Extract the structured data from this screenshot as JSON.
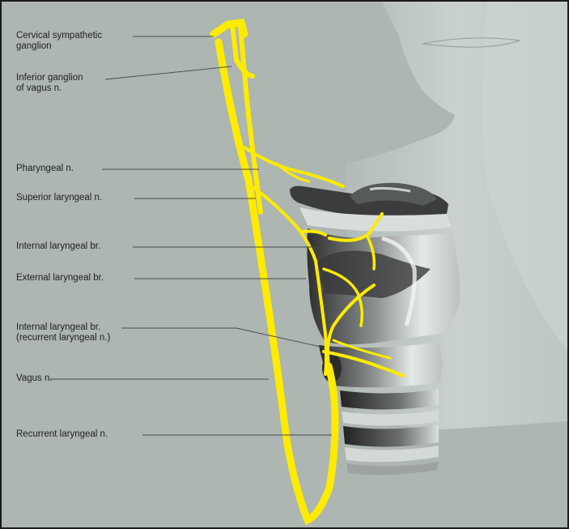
{
  "labels": {
    "cervical_sympathetic_ganglion": "Cervical sympathetic\nganglion",
    "inferior_ganglion_vagus": "Inferior ganglion\nof vagus n.",
    "pharyngeal": "Pharyngeal n.",
    "superior_laryngeal": "Superior laryngeal n.",
    "internal_laryngeal": "Internal laryngeal br.",
    "external_laryngeal": "External laryngeal br.",
    "internal_laryngeal_recurrent": "Internal laryngeal br.\n(recurrent laryngeal n.)",
    "vagus": "Vagus n.",
    "recurrent_laryngeal": "Recurrent laryngeal n."
  },
  "colors": {
    "background": "#adb6b1",
    "nerve": "#ffeb00",
    "cartilage_dark": "#3a3a3c",
    "cartilage_light": "#dfe5e2",
    "head_silhouette": "#c9d1cd",
    "leader_line": "#4a4a4a"
  }
}
